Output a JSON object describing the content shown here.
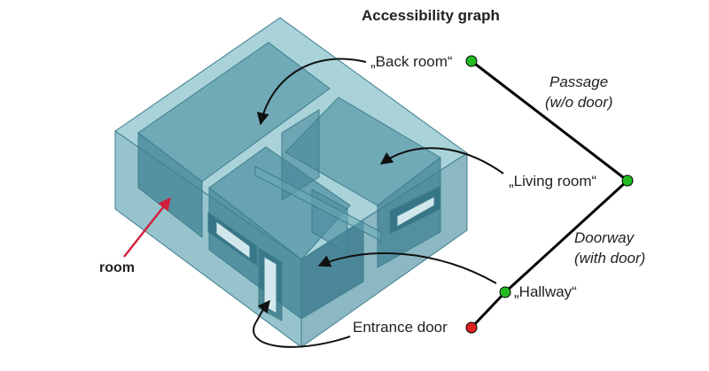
{
  "title": "Accessibility graph",
  "nodes": {
    "back_room": {
      "label": "„Back room“",
      "color": "#22bb22"
    },
    "living_room": {
      "label": "„Living room“",
      "color": "#22bb22"
    },
    "hallway": {
      "label": "„Hallway“",
      "color": "#22bb22"
    },
    "entrance_door": {
      "label": "Entrance door",
      "color": "#dd2222"
    }
  },
  "edges": {
    "passage": {
      "line1": "Passage",
      "line2": "(w/o door)"
    },
    "doorway": {
      "line1": "Doorway",
      "line2": "(with door)"
    }
  },
  "annotation": {
    "label": "room",
    "arrow_color": "#d0203c"
  },
  "colors": {
    "glass_fill": "#8cc3cc",
    "glass_stroke": "#3e7e8e",
    "edge": "#000000"
  }
}
